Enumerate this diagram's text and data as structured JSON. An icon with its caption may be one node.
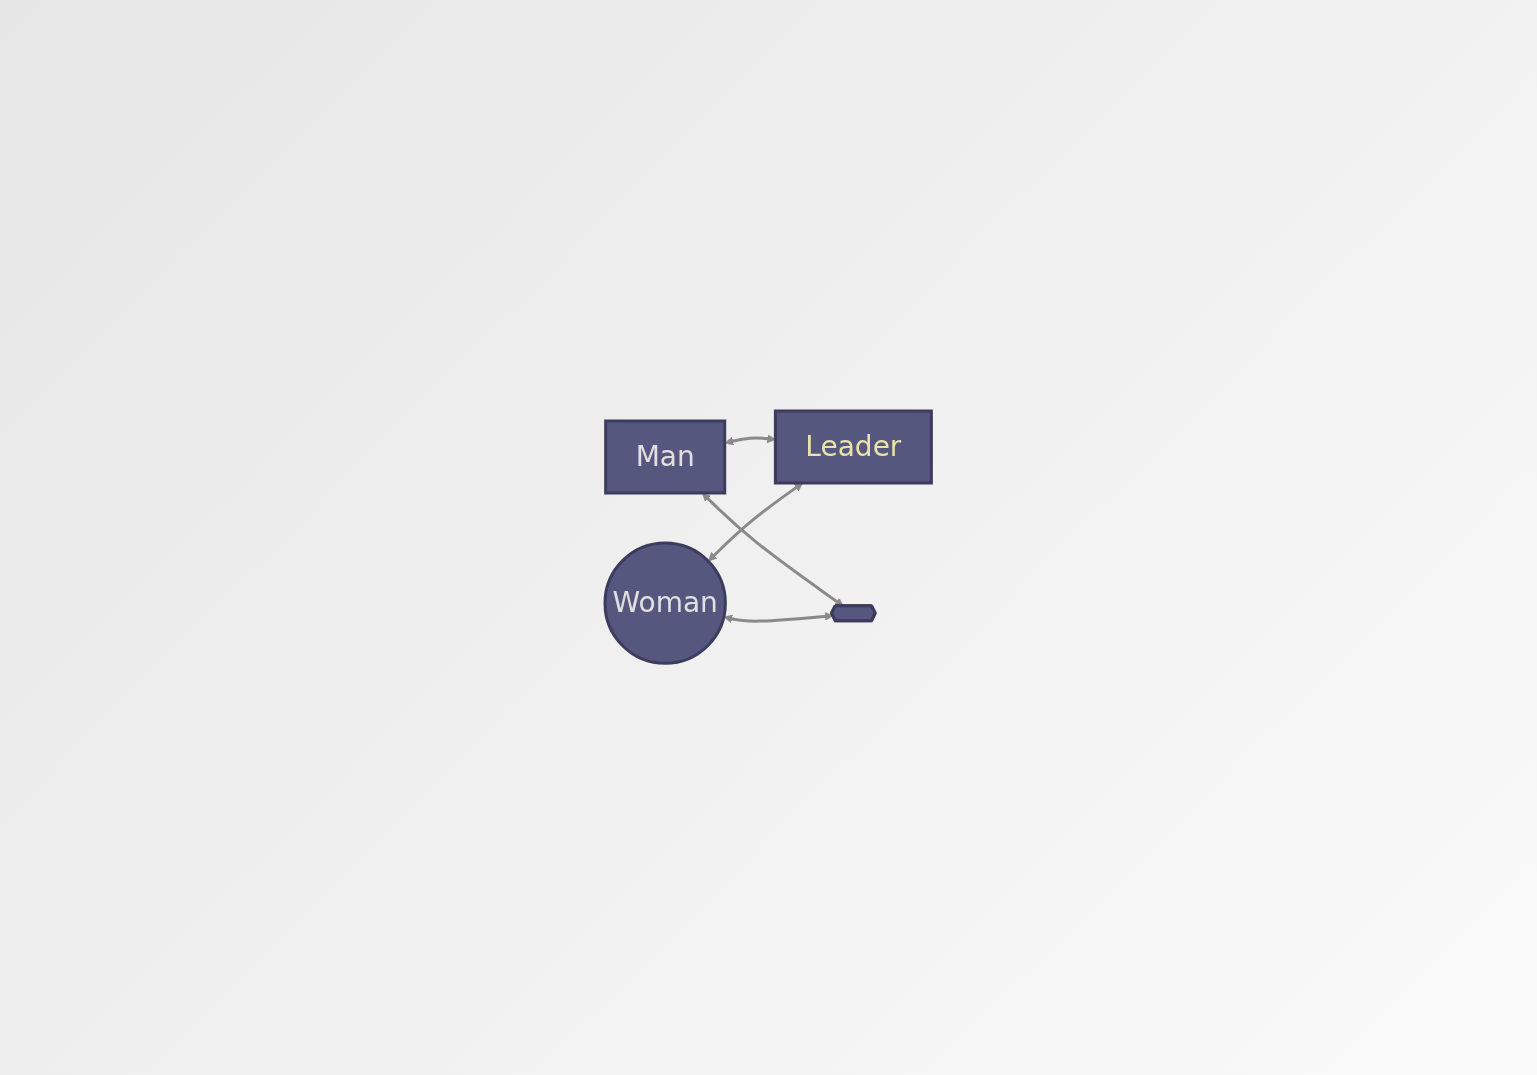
{
  "diagram": {
    "nodes": [
      {
        "text": [
          "Man"
        ]
      },
      {
        "text": [],
        "shape": "octagon"
      },
      {
        "text": [
          "Woman"
        ]
      },
      {
        "text": [
          "Leader"
        ]
      }
    ],
    "edges": [
      {
        "from": 0,
        "to": 3,
        "arrow": "both"
      },
      {
        "from": 0,
        "to": 1,
        "arrow": "both"
      },
      {
        "from": 2,
        "to": 1,
        "arrow": "both"
      },
      {
        "from": 2,
        "to": 3,
        "arrow": "both"
      }
    ]
  }
}
